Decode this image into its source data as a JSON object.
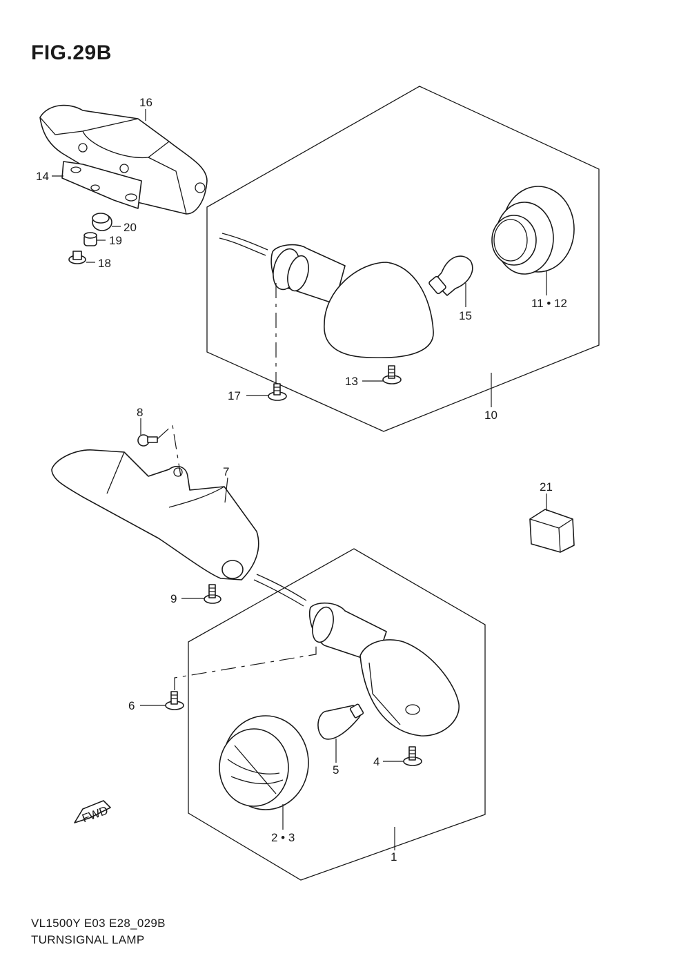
{
  "figure": {
    "title": "FIG.29B",
    "footer_line1": "VL1500Y  E03  E28_029B",
    "footer_line2": "TURNSIGNAL LAMP"
  },
  "callouts": [
    {
      "id": "c1",
      "label": "1"
    },
    {
      "id": "c23",
      "label": "2 • 3"
    },
    {
      "id": "c4",
      "label": "4"
    },
    {
      "id": "c5",
      "label": "5"
    },
    {
      "id": "c6",
      "label": "6"
    },
    {
      "id": "c7",
      "label": "7"
    },
    {
      "id": "c8",
      "label": "8"
    },
    {
      "id": "c9",
      "label": "9"
    },
    {
      "id": "c10",
      "label": "10"
    },
    {
      "id": "c1112",
      "label": "11 • 12"
    },
    {
      "id": "c13",
      "label": "13"
    },
    {
      "id": "c14",
      "label": "14"
    },
    {
      "id": "c15",
      "label": "15"
    },
    {
      "id": "c16",
      "label": "16"
    },
    {
      "id": "c17",
      "label": "17"
    },
    {
      "id": "c18",
      "label": "18"
    },
    {
      "id": "c19",
      "label": "19"
    },
    {
      "id": "c20",
      "label": "20"
    },
    {
      "id": "c21",
      "label": "21"
    }
  ],
  "fwd_label": "FWD"
}
